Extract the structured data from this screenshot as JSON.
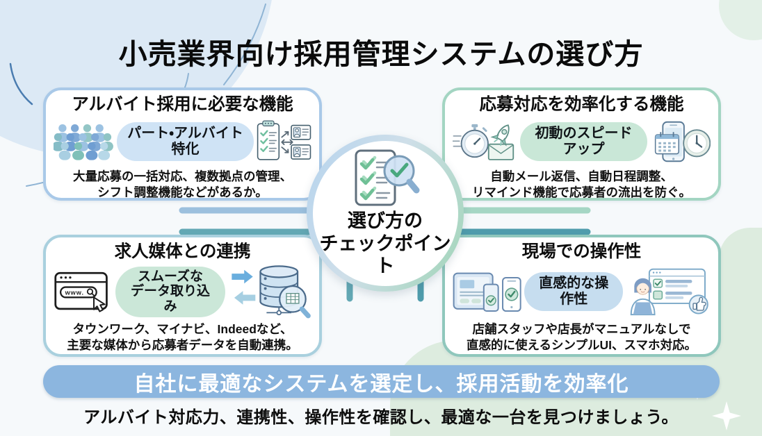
{
  "title": "小売業界向け採用管理システムの選び方",
  "center": {
    "icon": "checklist-magnifier-icon",
    "line1": "選び方の",
    "line2": "チェックポイント"
  },
  "boxes": [
    {
      "id": "parttime-features",
      "heading": "アルバイト採用に必要な機能",
      "badge1": "パート・アルバイト特化",
      "badge2": "",
      "badge_bg": "#cfe3f5",
      "border_color": "#a9c9e8",
      "body1": "大量応募の一括対応、複数拠点の管理、",
      "body2": "シフト調整機能などがあるか。",
      "left_icon": "crowd-icon",
      "right_icon": "checklist-id-cards-icon"
    },
    {
      "id": "response-efficiency",
      "heading": "応募対応を効率化する機能",
      "badge1": "初動のスピードアップ",
      "badge2": "",
      "badge_bg": "#c9e7d7",
      "border_color": "#a3d5c2",
      "body1": "自動メール返信、自動日程調整、",
      "body2": "リマインド機能で応募者の流出を防ぐ。",
      "left_icon": "stopwatch-rocket-mail-icon",
      "right_icon": "phone-calendar-clock-icon"
    },
    {
      "id": "media-integration",
      "heading": "求人媒体との連携",
      "badge1": "スムーズな",
      "badge2": "データ取り込み",
      "badge_bg": "#cbe7d8",
      "border_color": "#a9d0de",
      "body1": "タウンワーク、マイナビ、Indeedなど、",
      "body2": "主要な媒体から応募者データを自動連携。",
      "left_icon": "browser-search-icon",
      "right_icon": "database-magnifier-icon"
    },
    {
      "id": "onsite-usability",
      "heading": "現場での操作性",
      "badge1": "直感的な操作性",
      "badge2": "",
      "badge_bg": "#c6ddef",
      "border_color": "#8fc7bc",
      "body1": "店舗スタッフや店長がマニュアルなしで",
      "body2": "直感的に使えるシンプルUI、スマホ対応。",
      "left_icon": "devices-check-icon",
      "right_icon": "staff-ui-thumbsup-icon"
    }
  ],
  "banner": {
    "text": "自社に最適なシステムを選定し、採用活動を効率化",
    "bg": "#8cb6df",
    "text_color": "#ffffff"
  },
  "footer": "アルバイト対応力、連携性、操作性を確認し、最適な一台を見つけましょう。",
  "colors": {
    "background": "#f6f9fb",
    "decor_circle_blue": "#dce9f5",
    "decor_corner_green": "#ddecdf",
    "connector_light_blue": "#9cc0de",
    "connector_teal": "#63a8b4",
    "connector_light_green": "#a5d6c4",
    "connector_dark_teal": "#4f9cac"
  }
}
